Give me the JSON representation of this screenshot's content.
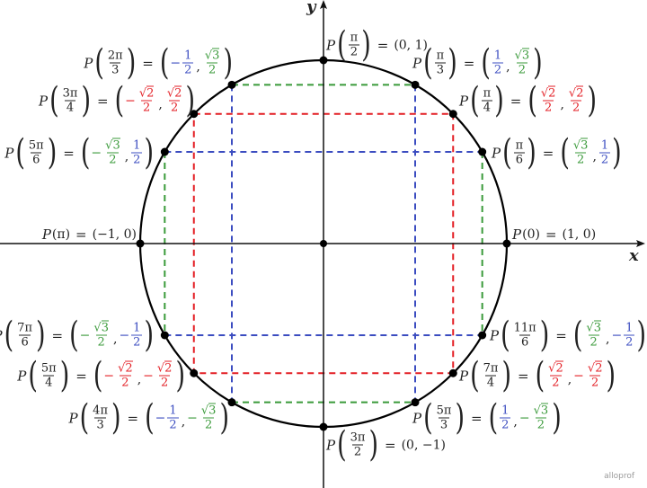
{
  "colors": {
    "blue": "#3b4cc0",
    "green": "#3a9a3a",
    "red": "#e31e24",
    "axis": "#111111"
  },
  "axes": {
    "x_label": "x",
    "y_label": "y"
  },
  "watermark": "alloprof",
  "points": [
    {
      "id": "0",
      "angle": {
        "plain": "0"
      },
      "coords_plain": "(1, 0)"
    },
    {
      "id": "pi-6",
      "angle": {
        "num": "π",
        "den": "6"
      },
      "x": {
        "sign": "",
        "num": "√3",
        "den": "2",
        "color": "green"
      },
      "y": {
        "sign": "",
        "num": "1",
        "den": "2",
        "color": "blue"
      }
    },
    {
      "id": "pi-4",
      "angle": {
        "num": "π",
        "den": "4"
      },
      "x": {
        "sign": "",
        "num": "√2",
        "den": "2",
        "color": "red"
      },
      "y": {
        "sign": "",
        "num": "√2",
        "den": "2",
        "color": "red"
      }
    },
    {
      "id": "pi-3",
      "angle": {
        "num": "π",
        "den": "3"
      },
      "x": {
        "sign": "",
        "num": "1",
        "den": "2",
        "color": "blue"
      },
      "y": {
        "sign": "",
        "num": "√3",
        "den": "2",
        "color": "green"
      }
    },
    {
      "id": "pi-2",
      "angle": {
        "num": "π",
        "den": "2"
      },
      "coords_plain": "(0, 1)"
    },
    {
      "id": "2pi-3",
      "angle": {
        "num": "2π",
        "den": "3"
      },
      "x": {
        "sign": "−",
        "num": "1",
        "den": "2",
        "color": "blue"
      },
      "y": {
        "sign": "",
        "num": "√3",
        "den": "2",
        "color": "green"
      }
    },
    {
      "id": "3pi-4",
      "angle": {
        "num": "3π",
        "den": "4"
      },
      "x": {
        "sign": "−",
        "num": "√2",
        "den": "2",
        "color": "red"
      },
      "y": {
        "sign": "",
        "num": "√2",
        "den": "2",
        "color": "red"
      }
    },
    {
      "id": "5pi-6",
      "angle": {
        "num": "5π",
        "den": "6"
      },
      "x": {
        "sign": "−",
        "num": "√3",
        "den": "2",
        "color": "green"
      },
      "y": {
        "sign": "",
        "num": "1",
        "den": "2",
        "color": "blue"
      }
    },
    {
      "id": "pi",
      "angle": {
        "plain": "π"
      },
      "coords_plain": "(−1, 0)"
    },
    {
      "id": "7pi-6",
      "angle": {
        "num": "7π",
        "den": "6"
      },
      "x": {
        "sign": "−",
        "num": "√3",
        "den": "2",
        "color": "green"
      },
      "y": {
        "sign": "−",
        "num": "1",
        "den": "2",
        "color": "blue"
      }
    },
    {
      "id": "5pi-4",
      "angle": {
        "num": "5π",
        "den": "4"
      },
      "x": {
        "sign": "−",
        "num": "√2",
        "den": "2",
        "color": "red"
      },
      "y": {
        "sign": "−",
        "num": "√2",
        "den": "2",
        "color": "red"
      }
    },
    {
      "id": "4pi-3",
      "angle": {
        "num": "4π",
        "den": "3"
      },
      "x": {
        "sign": "−",
        "num": "1",
        "den": "2",
        "color": "blue"
      },
      "y": {
        "sign": "−",
        "num": "√3",
        "den": "2",
        "color": "green"
      }
    },
    {
      "id": "3pi-2",
      "angle": {
        "num": "3π",
        "den": "2"
      },
      "coords_plain": "(0, −1)"
    },
    {
      "id": "5pi-3",
      "angle": {
        "num": "5π",
        "den": "3"
      },
      "x": {
        "sign": "",
        "num": "1",
        "den": "2",
        "color": "blue"
      },
      "y": {
        "sign": "−",
        "num": "√3",
        "den": "2",
        "color": "green"
      }
    },
    {
      "id": "7pi-4",
      "angle": {
        "num": "7π",
        "den": "4"
      },
      "x": {
        "sign": "",
        "num": "√2",
        "den": "2",
        "color": "red"
      },
      "y": {
        "sign": "−",
        "num": "√2",
        "den": "2",
        "color": "red"
      }
    },
    {
      "id": "11pi-6",
      "angle": {
        "num": "11π",
        "den": "6"
      },
      "x": {
        "sign": "",
        "num": "√3",
        "den": "2",
        "color": "green"
      },
      "y": {
        "sign": "−",
        "num": "1",
        "den": "2",
        "color": "blue"
      }
    }
  ]
}
